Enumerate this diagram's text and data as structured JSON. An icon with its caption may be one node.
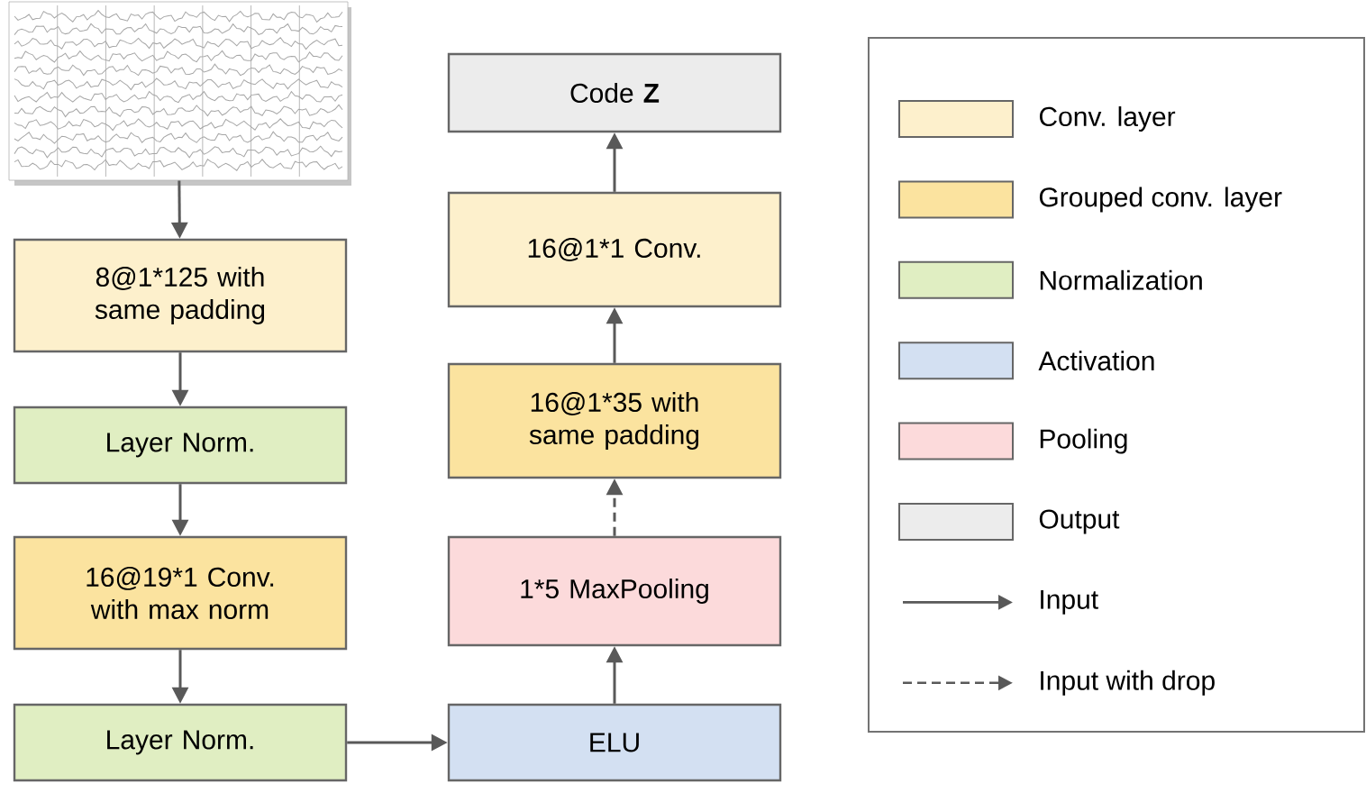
{
  "diagram": {
    "nodes": [
      {
        "text": [],
        "shape": "picture"
      },
      {
        "text": [
          "8@1*125 with same padding"
        ]
      },
      {
        "text": [
          "Layer Norm."
        ]
      },
      {
        "text": [
          "16@19*1 Conv. with max norm"
        ]
      },
      {
        "text": [
          "Layer Norm."
        ]
      },
      {
        "text": [
          "ELU"
        ]
      },
      {
        "text": [
          "1*5 MaxPooling"
        ]
      },
      {
        "text": [
          "16@1*35 with same padding"
        ]
      },
      {
        "text": [
          "16@1*1 Conv."
        ]
      },
      {
        "text": [
          "Code **Z**"
        ]
      }
    ],
    "edges": [
      {
        "from": 0,
        "to": 1,
        "arrow": "to"
      },
      {
        "from": 1,
        "to": 2,
        "arrow": "to"
      },
      {
        "from": 2,
        "to": 3,
        "arrow": "to"
      },
      {
        "from": 3,
        "to": 4,
        "arrow": "to"
      },
      {
        "from": 4,
        "to": 5,
        "arrow": "to"
      },
      {
        "from": 5,
        "to": 6,
        "arrow": "to"
      },
      {
        "from": 6,
        "to": 7,
        "arrow": "to",
        "style": "dashed"
      },
      {
        "from": 7,
        "to": 8,
        "arrow": "to"
      },
      {
        "from": 8,
        "to": 9,
        "arrow": "to"
      }
    ],
    "legend": [
      {
        "text": "Conv. layer",
        "color": "#fdf0cc"
      },
      {
        "text": "Grouped conv. layer",
        "color": "#fbe39f"
      },
      {
        "text": "Normalization",
        "color": "#e0eec2"
      },
      {
        "text": "Activation",
        "color": "#d3e0f2"
      },
      {
        "text": "Pooling",
        "color": "#fcdadb"
      },
      {
        "text": "Output",
        "color": "#ececec"
      },
      {
        "text": "Input"
      },
      {
        "text": "Input with drop"
      }
    ]
  }
}
